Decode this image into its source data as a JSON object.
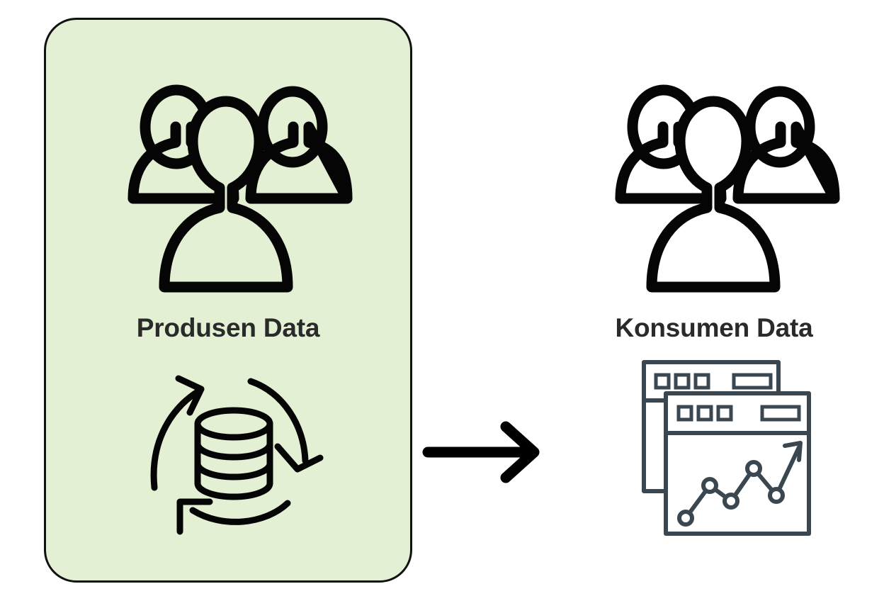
{
  "diagram": {
    "title": "Produsen Data ke Konsumen Data",
    "background_color": "#ffffff",
    "flow_direction": "left-to-right"
  },
  "producer": {
    "label": "Produsen Data",
    "card_fill": "#e3f0d4",
    "card_border": "#111111",
    "icons": {
      "people": "people-group-icon",
      "database_cycle": "database-refresh-icon"
    },
    "people_count": 3
  },
  "flow": {
    "arrow": "right-arrow-icon",
    "color": "#000000"
  },
  "consumer": {
    "label": "Konsumen Data",
    "icons": {
      "people": "people-group-icon",
      "dashboard": "dashboard-windows-chart-icon"
    },
    "people_count": 3,
    "dashboard_stroke": "#3a4750",
    "window_count": 2
  },
  "chart_data": {
    "type": "line",
    "title": "",
    "xlabel": "",
    "ylabel": "",
    "x": [
      0,
      1,
      2,
      3,
      4
    ],
    "values": [
      8,
      48,
      26,
      72,
      44
    ],
    "markers": "circle",
    "trend": "upward",
    "end_marker": "arrow",
    "grid": false,
    "legend": null
  }
}
